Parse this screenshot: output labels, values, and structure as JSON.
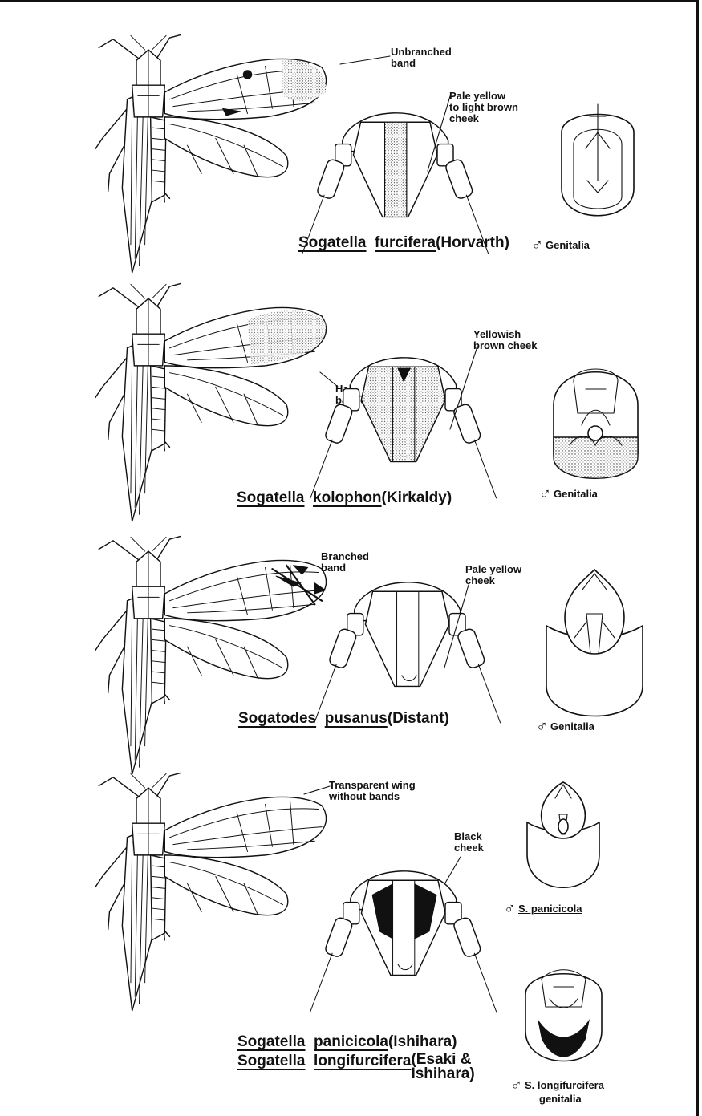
{
  "panels": [
    {
      "wing_label": "Unbranched\nband",
      "cheek_label": "Pale yellow\nto light brown\ncheek",
      "species_genus": "Sogatella",
      "species_epithet": "furcifera",
      "species_author": "(Horvarth)",
      "genitalia_label": "Genitalia"
    },
    {
      "wing_label": "Half of wing\nbanded",
      "cheek_label": "Yellowish\nbrown cheek",
      "species_genus": "Sogatella",
      "species_epithet": "kolophon",
      "species_author": "(Kirkaldy)",
      "genitalia_label": "Genitalia"
    },
    {
      "wing_label": "Branched\nband",
      "cheek_label": "Pale yellow\ncheek",
      "species_genus": "Sogatodes",
      "species_epithet": "pusanus",
      "species_author": "(Distant)",
      "genitalia_label": "Genitalia"
    },
    {
      "wing_label": "Transparent wing\nwithout bands",
      "cheek_label": "Black\ncheek",
      "species_1_genus": "Sogatella",
      "species_1_epithet": "panicicola",
      "species_1_author": "(Ishihara)",
      "species_2_genus": "Sogatella",
      "species_2_epithet": "longifurcifera",
      "species_2_author": "(Esaki &\nIshihara)",
      "genitalia_1_label": "S. panicicola",
      "genitalia_2_label": "S. longifurcifera",
      "genitalia_2_sub": "genitalia"
    }
  ],
  "male_symbol": "♂"
}
